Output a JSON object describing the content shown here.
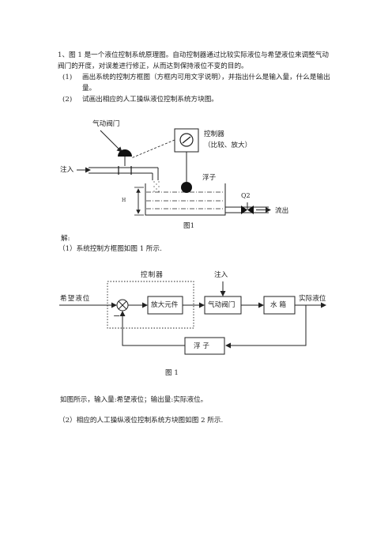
{
  "problem": {
    "intro_line1": "1、图 1 是一个液位控制系统原理图。自动控制器通过比较实际液位与希望液位来调整气动",
    "intro_line2": "阀门的开度，对误差进行修正，从而达到保持液位不变的目的。",
    "q1_num": "(1)",
    "q1_line1": "画出系统的控制方框图（方框内可用文字说明），并指出什么是输入量，什么是输出",
    "q1_line2": "量。",
    "q2_num": "(2)",
    "q2_text": "试画出相应的人工操纵液位控制系统方块图。"
  },
  "figure1": {
    "valve_label": "气动阀门",
    "controller_label": "控制器",
    "controller_sub": "（比较、放大）",
    "inflow_label": "注入",
    "float_label": "浮子",
    "q2_label": "Q2",
    "h_label": "H",
    "outflow_label": "流出",
    "caption": "图1"
  },
  "solution": {
    "heading": "解:",
    "part1": "（1）系统控制方框图如图 1 所示."
  },
  "block_diagram": {
    "controller_group_label": "控制器",
    "inject_label": "注入",
    "input_label": "希望液位",
    "minus_sign": "−",
    "amplifier_label": "放大元件",
    "valve_label": "气动阀门",
    "tank_label": "水 箱",
    "output_label": "实际液位",
    "float_label": "浮 子",
    "caption": "图 1"
  },
  "answer": {
    "io_line": "如图所示，输入量:希望液位；输出量:实际液位。",
    "part2": "（2）相应的人工操纵液位控制系统方块图如图 2 所示."
  }
}
